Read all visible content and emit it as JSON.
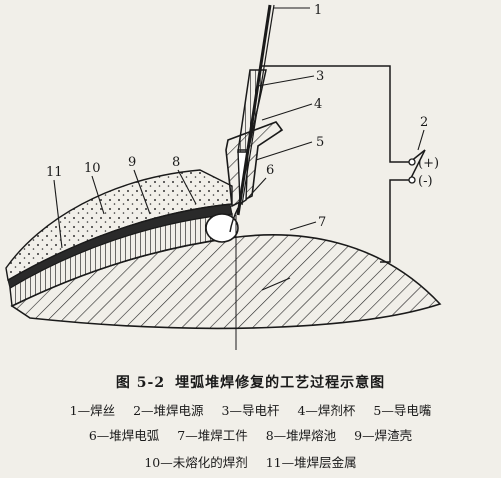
{
  "figure": {
    "number": "图 5-2",
    "title": "埋弧堆焊修复的工艺过程示意图"
  },
  "callouts": [
    "1",
    "2",
    "3",
    "4",
    "5",
    "6",
    "7",
    "8",
    "9",
    "10",
    "11"
  ],
  "polarity": {
    "positive": "(+)",
    "negative": "(-)"
  },
  "legend": {
    "line1": [
      "1—焊丝",
      "2—堆焊电源",
      "3—导电杆",
      "4—焊剂杯",
      "5—导电嘴"
    ],
    "line2": [
      "6—堆焊电弧",
      "7—堆焊工件",
      "8—堆焊熔池",
      "9—焊渣壳"
    ],
    "line3": [
      "10—未熔化的焊剂",
      "11—堆焊层金属"
    ]
  }
}
